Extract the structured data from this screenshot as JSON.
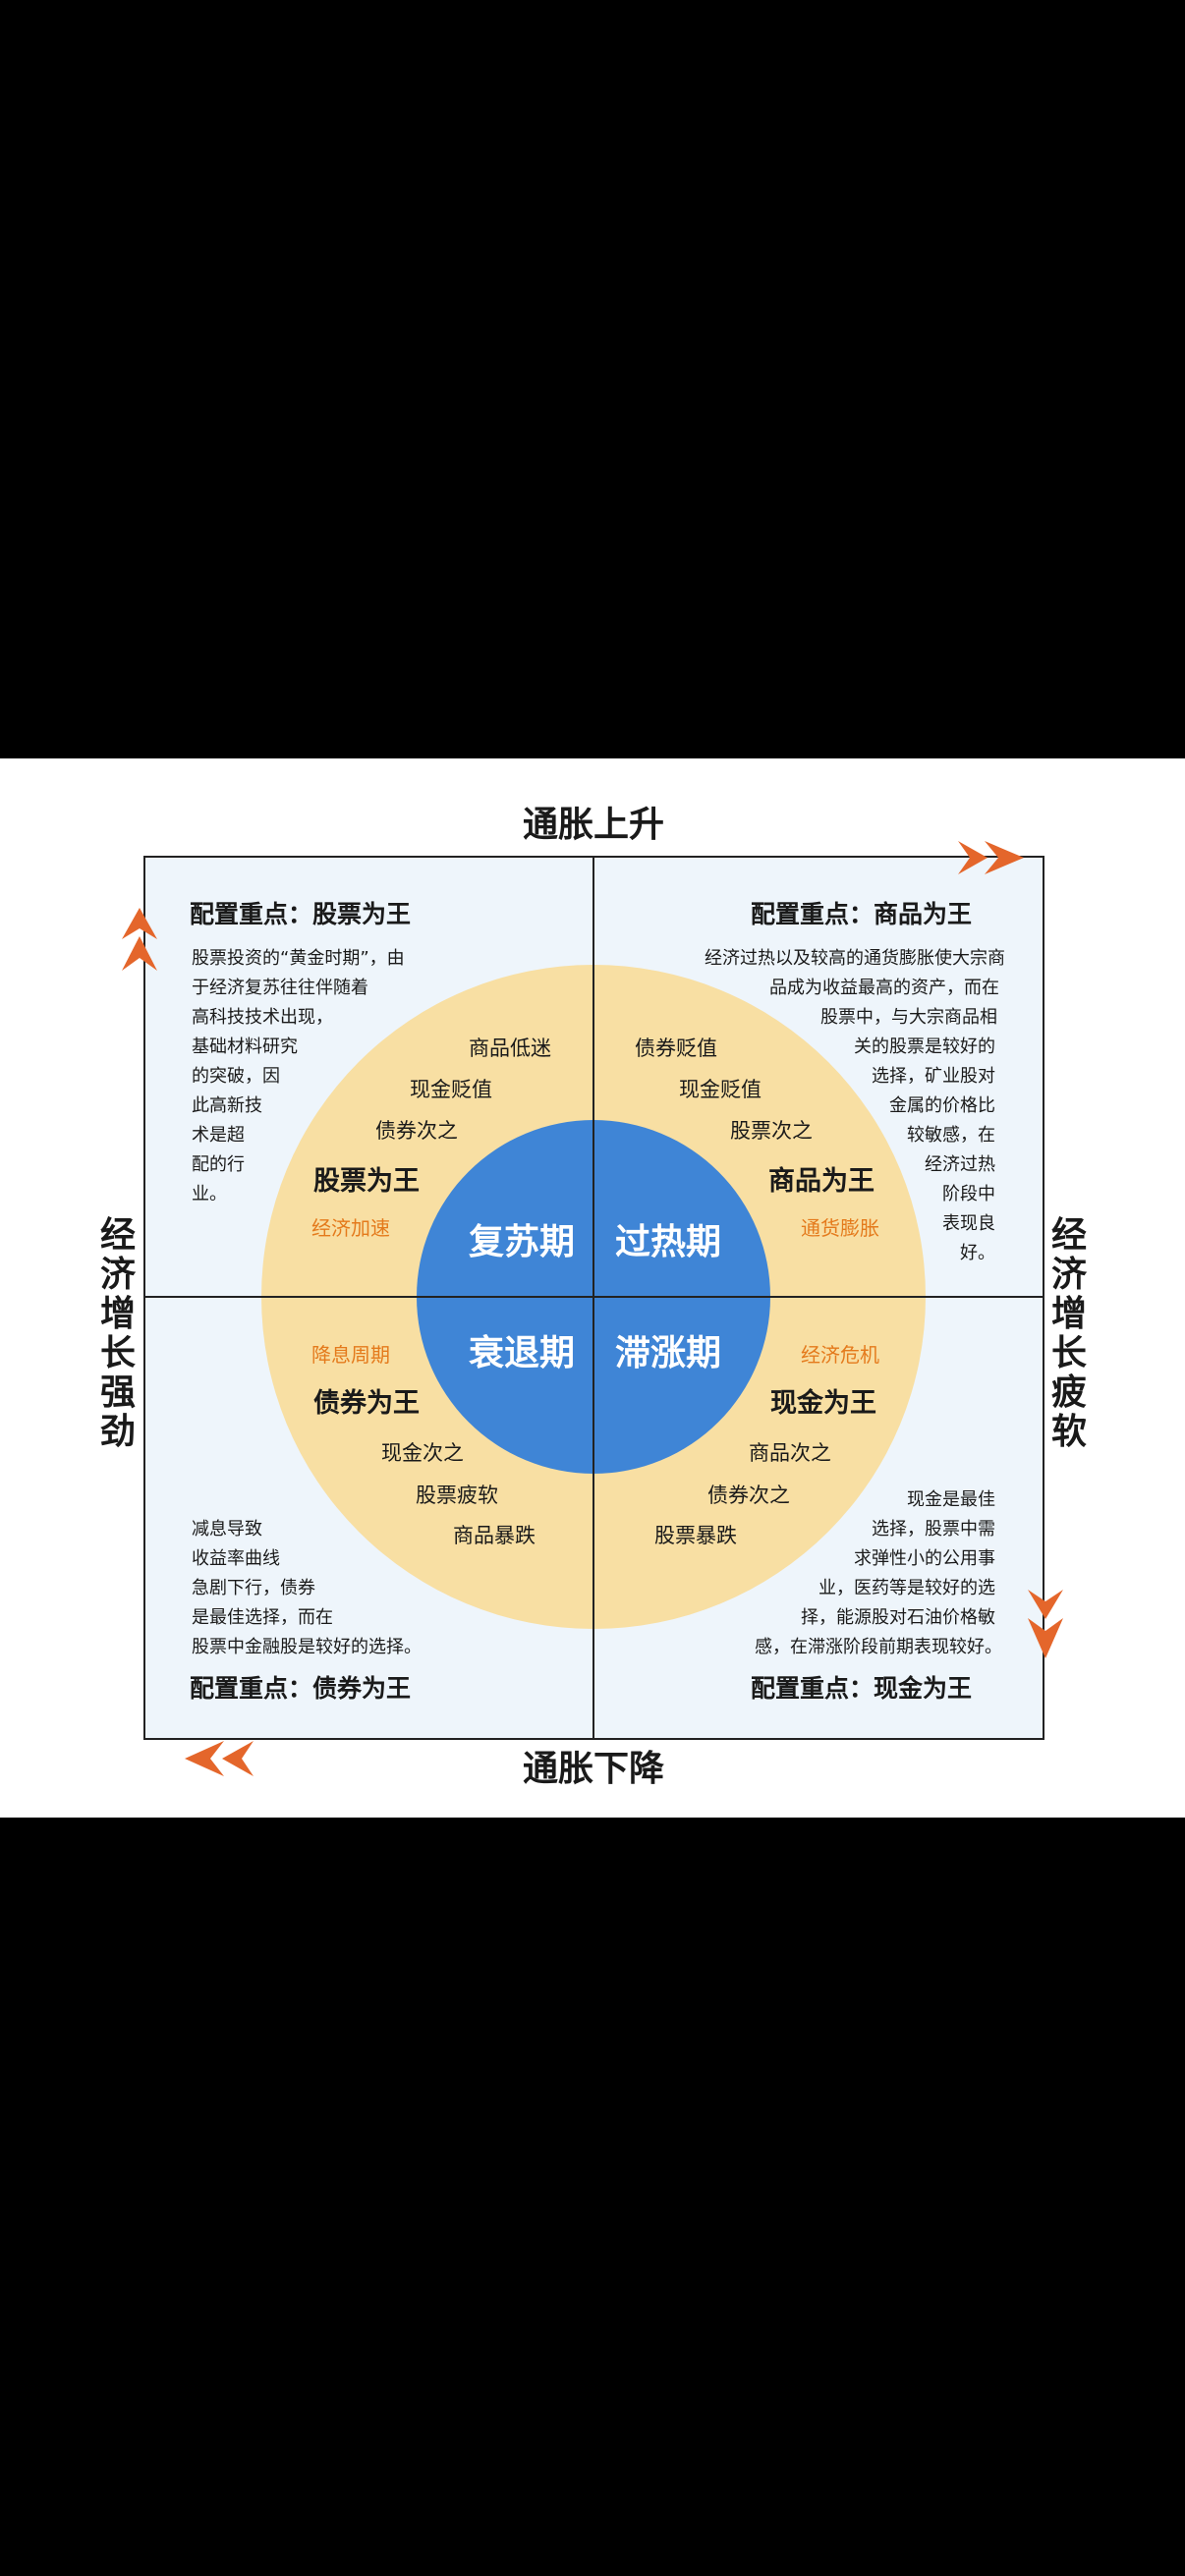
{
  "axes": {
    "top": "通胀上升",
    "bottom": "通胀下降",
    "left": [
      "经",
      "济",
      "增",
      "长",
      "强",
      "劲"
    ],
    "right": [
      "经",
      "济",
      "增",
      "长",
      "疲",
      "软"
    ]
  },
  "quadrants": {
    "recovery": {
      "heading": "配置重点：股票为王",
      "note": [
        "股票投资的“黄金时期”，由",
        "于经济复苏往往伴随着",
        "高科技技术出现，",
        "基础材料研究",
        "的突破，因",
        "此高新技",
        "术是超",
        "配的行",
        "业。"
      ],
      "items": [
        "商品低迷",
        "现金贬值",
        "债券次之"
      ],
      "king": "股票为王",
      "tag": "经济加速",
      "phase": "复苏期"
    },
    "overheat": {
      "heading": "配置重点：商品为王",
      "note": [
        "经济过热以及较高的通货膨胀使大宗商",
        "品成为收益最高的资产，而在",
        "股票中，与大宗商品相",
        "关的股票是较好的",
        "选择，矿业股对",
        "金属的价格比",
        "较敏感，在",
        "经济过热",
        "阶段中",
        "表现良",
        "好。"
      ],
      "items": [
        "债券贬值",
        "现金贬值",
        "股票次之"
      ],
      "king": "商品为王",
      "tag": "通货膨胀",
      "phase": "过热期"
    },
    "recession": {
      "heading": "配置重点：债券为王",
      "note": [
        "减息导致",
        "收益率曲线",
        "急剧下行，债券",
        "是最佳选择，而在",
        "股票中金融股是较好的选择。"
      ],
      "items": [
        "现金次之",
        "股票疲软",
        "商品暴跌"
      ],
      "king": "债券为王",
      "tag": "降息周期",
      "phase": "衰退期"
    },
    "stagflation": {
      "heading": "配置重点：现金为王",
      "note": [
        "现金是最佳",
        "选择，股票中需",
        "求弹性小的公用事",
        "业，医药等是较好的选",
        "择，能源股对石油价格敏",
        "感，在滞涨阶段前期表现较好。"
      ],
      "items": [
        "商品次之",
        "债券次之",
        "股票暴跌"
      ],
      "king": "现金为王",
      "tag": "经济危机",
      "phase": "滞涨期"
    }
  },
  "colors": {
    "background": "#eef5fb",
    "outer_ring": "#f8dfa3",
    "inner_circle": "#3f85d6",
    "arrow": "#e4662b",
    "tag": "#e47a1c"
  }
}
